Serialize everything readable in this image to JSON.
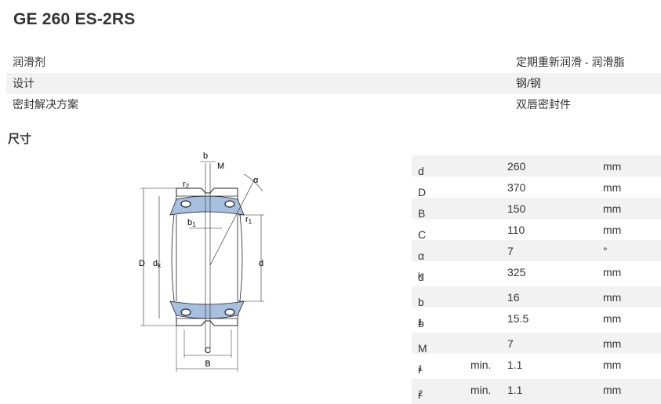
{
  "product_title": "GE 260 ES-2RS",
  "properties": [
    {
      "label": "润滑剂",
      "value": "定期重新润滑 - 润滑脂"
    },
    {
      "label": "设计",
      "value": "钢/钢"
    },
    {
      "label": "密封解决方案",
      "value": "双唇密封件"
    }
  ],
  "section_title": "尺寸",
  "drawing_labels": {
    "b": "b",
    "M": "M",
    "alpha": "α",
    "r2": "r",
    "r2_sub": "2",
    "b1": "b",
    "b1_sub": "1",
    "r1": "r",
    "r1_sub": "1",
    "D": "D",
    "dk": "d",
    "dk_sub": "k",
    "d": "d",
    "C": "C",
    "B": "B"
  },
  "dimensions": [
    {
      "sym": "d",
      "sub": "",
      "qual": "",
      "value": "260",
      "unit": "mm"
    },
    {
      "sym": "D",
      "sub": "",
      "qual": "",
      "value": "370",
      "unit": "mm"
    },
    {
      "sym": "B",
      "sub": "",
      "qual": "",
      "value": "150",
      "unit": "mm"
    },
    {
      "sym": "C",
      "sub": "",
      "qual": "",
      "value": "110",
      "unit": "mm"
    },
    {
      "sym": "α",
      "sub": "",
      "qual": "",
      "value": "7",
      "unit": "°"
    },
    {
      "sym": "d",
      "sub": "k",
      "qual": "",
      "value": "325",
      "unit": "mm"
    },
    {
      "sym": "b",
      "sub": "",
      "qual": "",
      "value": "16",
      "unit": "mm"
    },
    {
      "sym": "b",
      "sub": "1",
      "qual": "",
      "value": "15.5",
      "unit": "mm"
    },
    {
      "sym": "M",
      "sub": "",
      "qual": "",
      "value": "7",
      "unit": "mm"
    },
    {
      "sym": "r",
      "sub": "1",
      "qual": "min.",
      "value": "1.1",
      "unit": "mm"
    },
    {
      "sym": "r",
      "sub": "2",
      "qual": "min.",
      "value": "1.1",
      "unit": "mm"
    }
  ],
  "colors": {
    "accent_blue": "#a8c0e0",
    "row_alt": "#f2f2f2",
    "text": "#333333"
  }
}
